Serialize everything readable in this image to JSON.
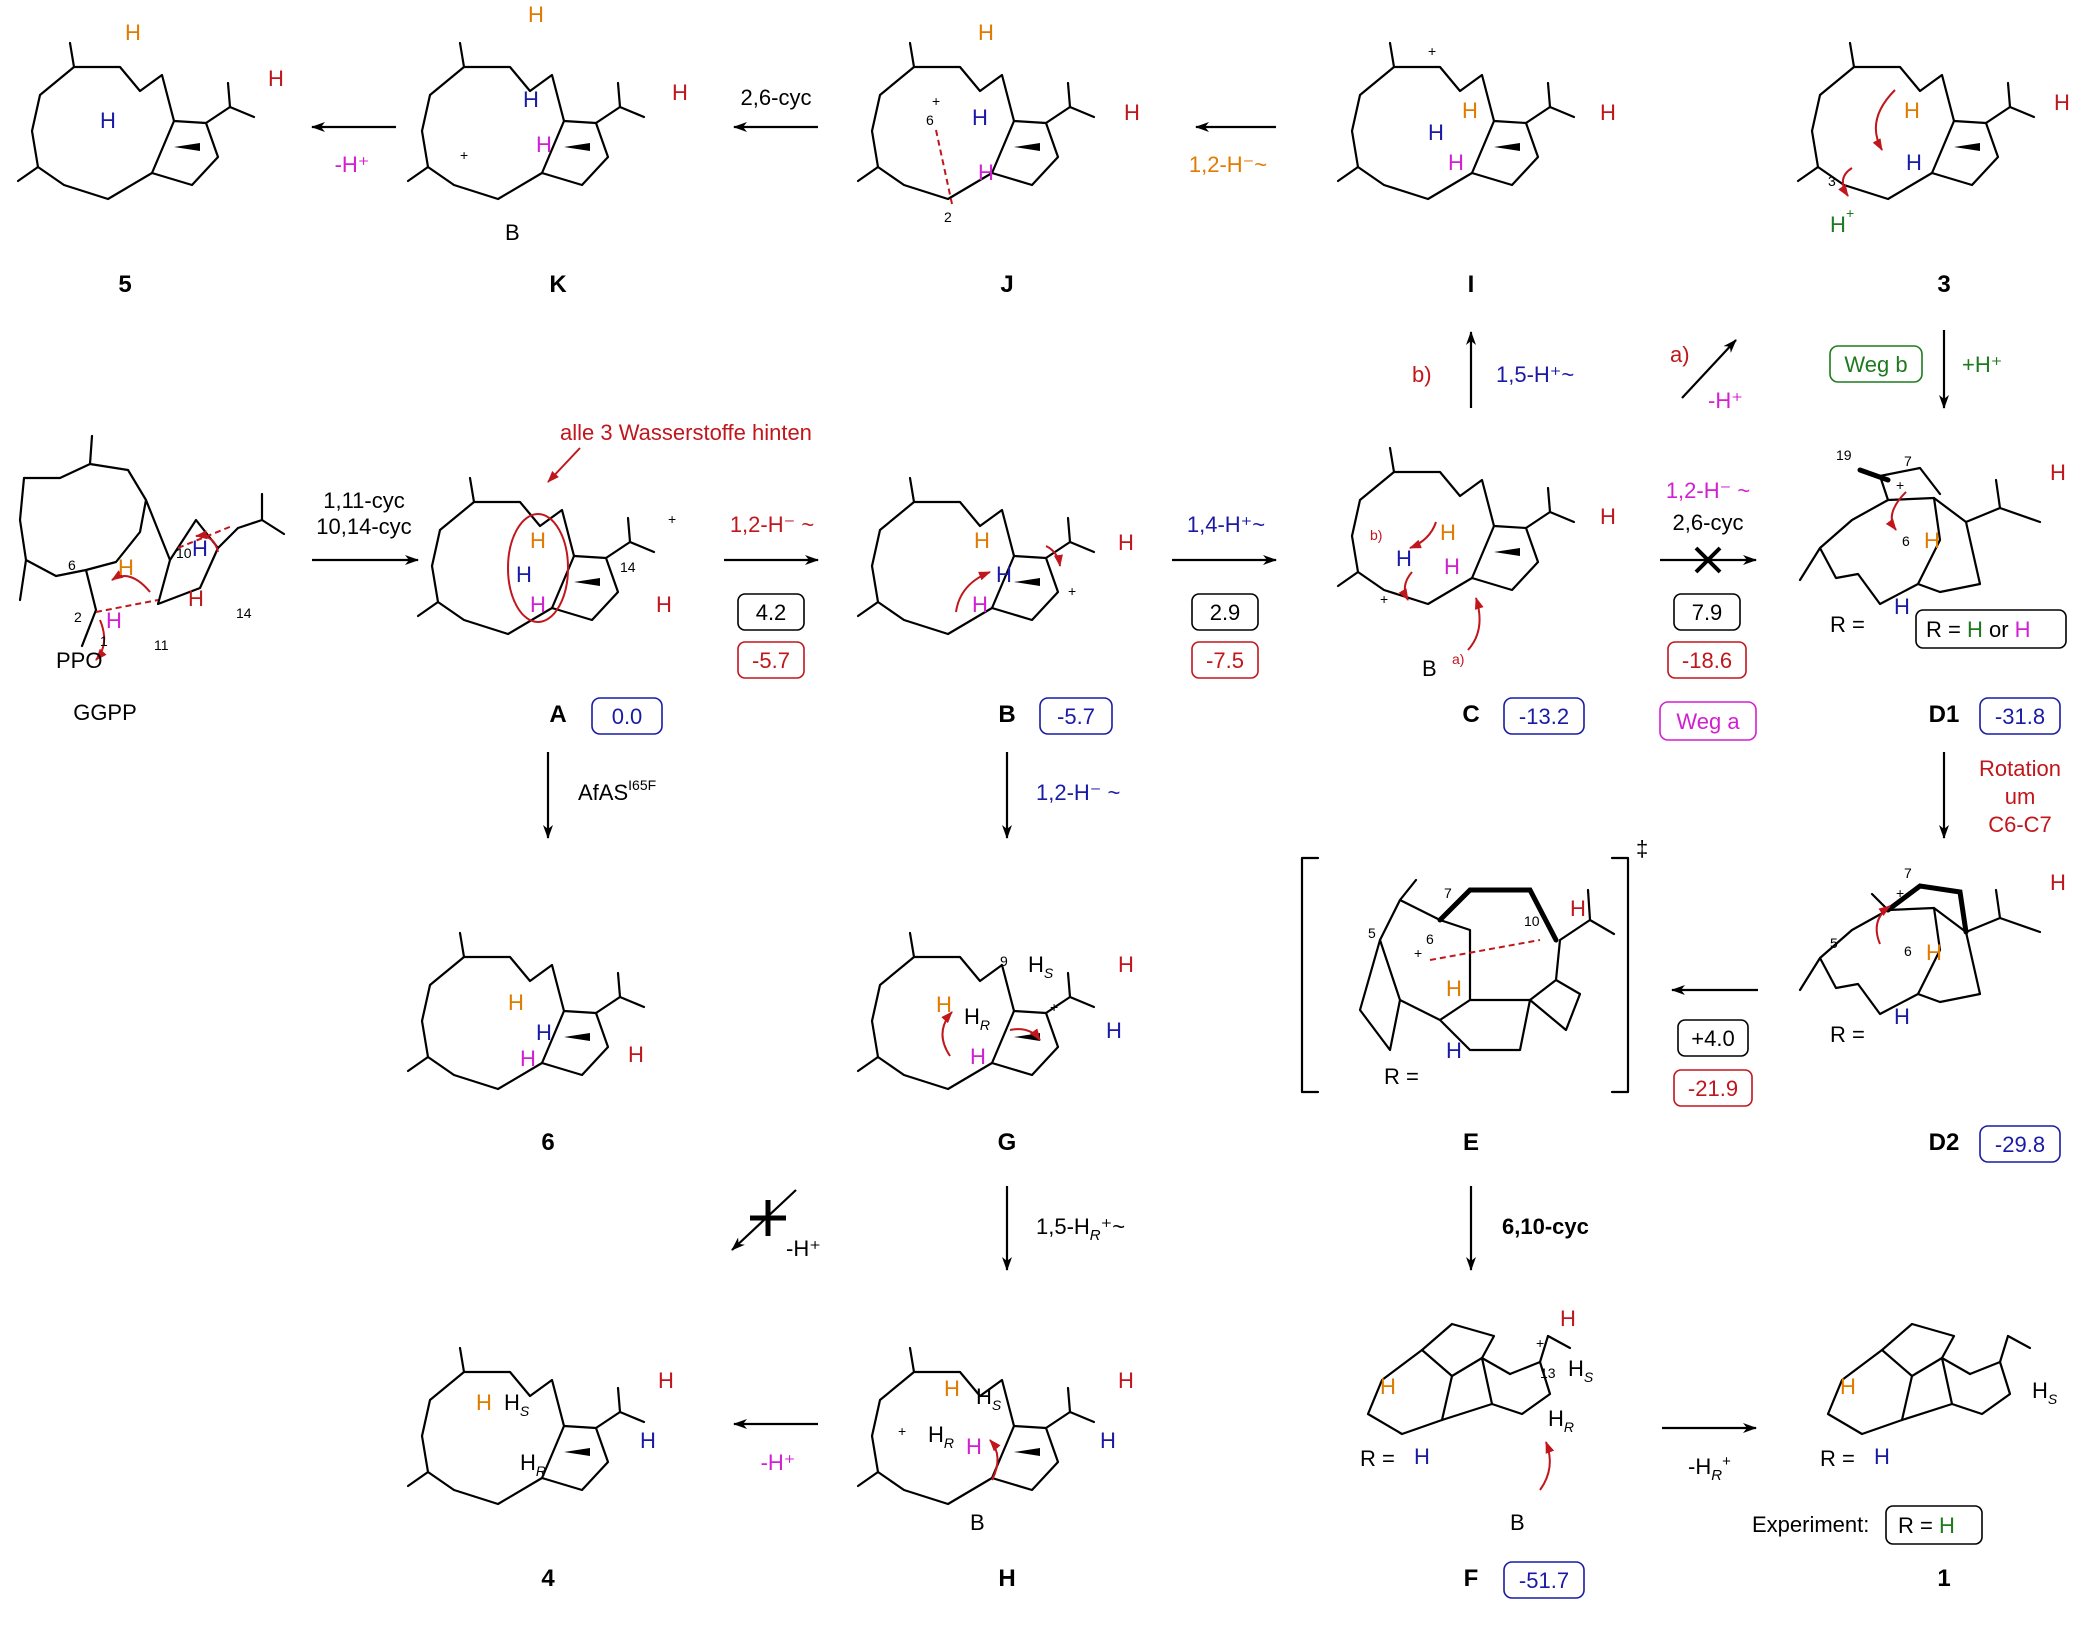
{
  "colors": {
    "black": "#000000",
    "red": "#c0161c",
    "blue": "#1a1aa6",
    "orange": "#e07b00",
    "magenta": "#d21fd2",
    "green": "#1f7a1f"
  },
  "compounds": {
    "c5": "5",
    "K": "K",
    "J": "J",
    "I": "I",
    "c3": "3",
    "GGPP": "GGPP",
    "A": "A",
    "B": "B",
    "C": "C",
    "D1": "D1",
    "c6": "6",
    "G": "G",
    "E": "E",
    "D2": "D2",
    "c4": "4",
    "H": "H",
    "F": "F",
    "c1": "1"
  },
  "energies": {
    "A": "0.0",
    "B": "-5.7",
    "C": "-13.2",
    "D1": "-31.8",
    "D2": "-29.8",
    "F": "-51.7"
  },
  "barriers": {
    "ab_black": "4.2",
    "ab_red": "-5.7",
    "bc_black": "2.9",
    "bc_red": "-7.5",
    "cd_black": "7.9",
    "cd_red": "-18.6",
    "de_black": "+4.0",
    "de_red": "-21.9"
  },
  "steps": {
    "ggpp_a_1": "1,11-cyc",
    "ggpp_a_2": "10,14-cyc",
    "a_b": "1,2-H⁻ ~",
    "b_c": "1,4-H⁺~",
    "c_i_tag": "b)",
    "c_i": "1,5-H⁺~",
    "c_3_tag": "a)",
    "c_3": "-H⁺",
    "c_d1_1": "1,2-H⁻ ~",
    "c_d1_2": "2,6-cyc",
    "weg_a": "Weg a",
    "weg_b": "Weg b",
    "three_d1": "+H⁺",
    "i_j": "1,2-H⁻~",
    "j_k": "2,6-cyc",
    "k_5": "-H⁺",
    "a_6": "AfAS",
    "a_6_sup": "I65F",
    "b_g": "1,2-H⁻ ~",
    "g_h": "1,5-H",
    "g_h_sub": "R",
    "g_h_tail": "⁺~",
    "blocked": "-H⁺",
    "h_4": "-H⁺",
    "d1_d2_1": "Rotation",
    "d1_d2_2": "um",
    "d1_d2_3": "C6-C7",
    "e_f": "6,10-cyc",
    "f_1": "-H",
    "f_1_sub": "R",
    "f_1_sup": "+"
  },
  "annotations": {
    "hydrogens_back": "alle 3 Wasserstoffe hinten",
    "r_def_prefix": "R = ",
    "r_def_h1": "H",
    "r_def_or": " or ",
    "r_def_h2": "H",
    "experiment": "Experiment:",
    "exp_r": "R = ",
    "exp_h": "H",
    "ts_symbol": "‡",
    "pp_group": "PPO",
    "base": "B"
  },
  "atoms": {
    "h": "H",
    "plus": "+",
    "hs": "H",
    "hs_sub": "S",
    "hr": "H",
    "hr_sub": "R",
    "n1": "1",
    "n2": "2",
    "n3": "3",
    "n5": "5",
    "n6": "6",
    "n7": "7",
    "n9": "9",
    "n10": "10",
    "n11": "11",
    "n13": "13",
    "n14": "14",
    "n19": "19"
  }
}
